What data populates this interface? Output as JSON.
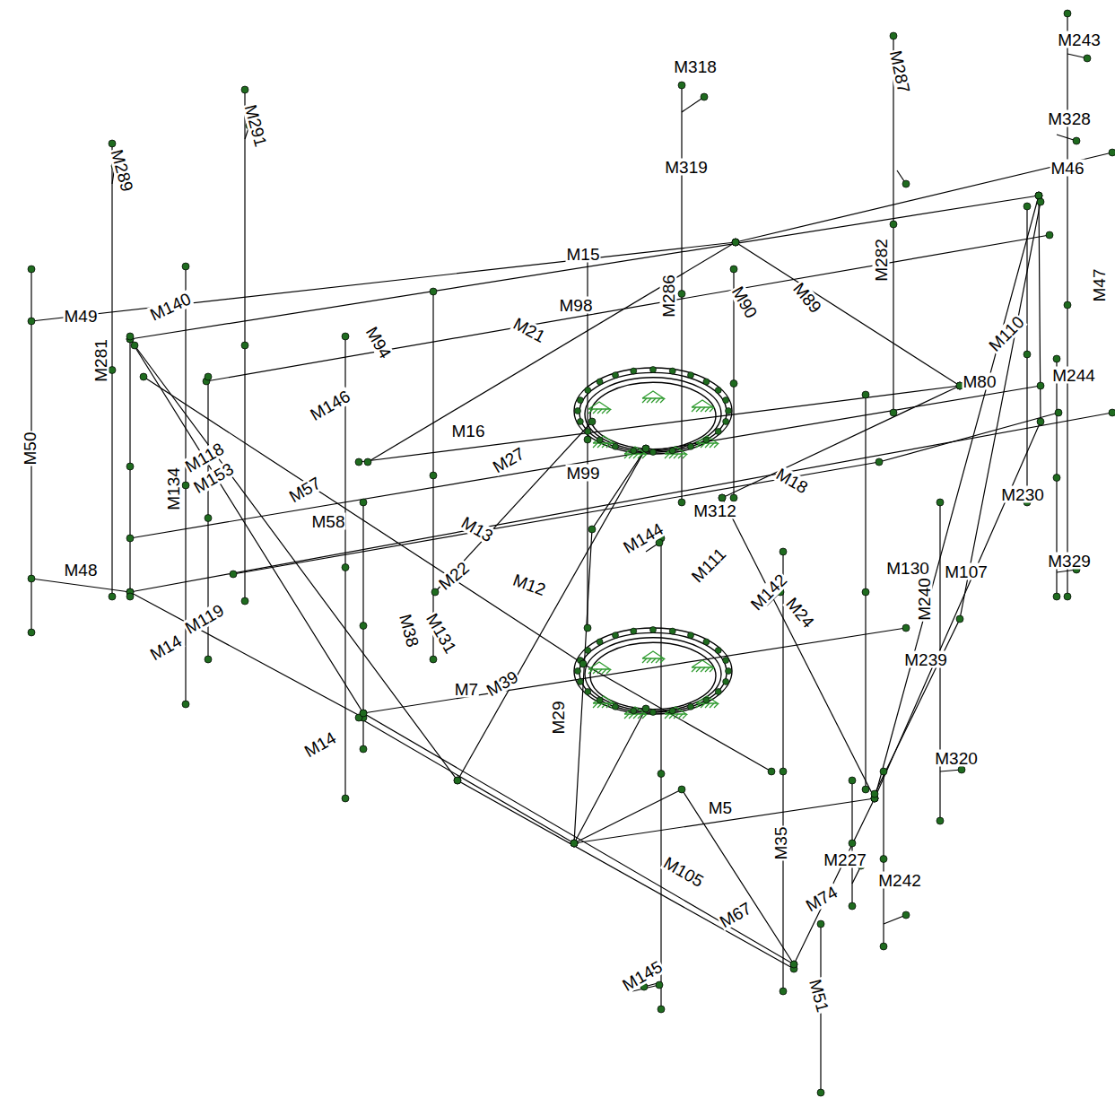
{
  "diagram": {
    "labels": [
      "M318",
      "M243",
      "M287",
      "M328",
      "M46",
      "M289",
      "M291",
      "M319",
      "M15",
      "M98",
      "M286",
      "M89",
      "M90",
      "M282",
      "M47",
      "M49",
      "M140",
      "M21",
      "M16",
      "M27",
      "M50",
      "M134",
      "M18",
      "M312",
      "M144",
      "M111",
      "M142",
      "M12",
      "M24",
      "M48",
      "M14",
      "M119",
      "M7",
      "M39",
      "M29",
      "M131",
      "M320",
      "M329",
      "M230",
      "M107",
      "M239",
      "M5",
      "M227",
      "M242",
      "M35",
      "M105",
      "M67",
      "M145",
      "M51",
      "M74",
      "M57",
      "M58",
      "M281",
      "M146",
      "M94",
      "M22",
      "M38",
      "M14",
      "M118",
      "M153",
      "M80",
      "M110",
      "M244",
      "M130",
      "M240",
      "M13",
      "M99"
    ]
  }
}
